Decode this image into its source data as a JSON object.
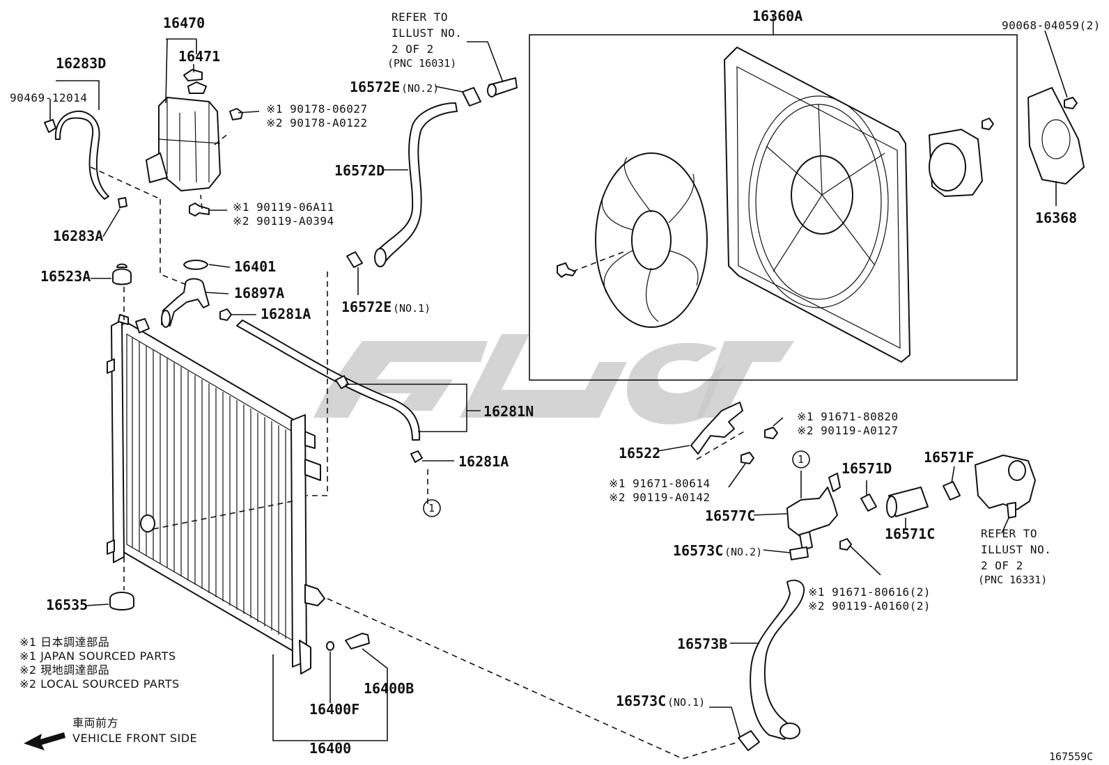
{
  "labels": {
    "p16470": "16470",
    "p16471": "16471",
    "p16283D": "16283D",
    "p90469": "90469-12014",
    "p16283A": "16283A",
    "n1_90178": "※1 90178-06027",
    "n2_90178": "※2 90178-A0122",
    "n1_90119_06A11": "※1 90119-06A11",
    "n2_90119_A0394": "※2 90119-A0394",
    "p16401": "16401",
    "p16897A": "16897A",
    "p16281A_top": "16281A",
    "p16523A": "16523A",
    "p16535": "16535",
    "refer1_l1": "REFER TO",
    "refer1_l2": "ILLUST NO.",
    "refer1_l3": "2 OF 2",
    "refer1_l4": "(PNC 16031)",
    "p16572E_no2": "16572E",
    "no2_a": "(NO.2)",
    "p16572D": "16572D",
    "p16572E_no1": "16572E",
    "no1_a": "(NO.1)",
    "p16281N": "16281N",
    "p16281A_bot": "16281A",
    "circle1_a": "1",
    "p16360A": "16360A",
    "p90068": "90068-04059(2)",
    "p16368": "16368",
    "p16522": "16522",
    "n1_91671_80820": "※1 91671-80820",
    "n2_90119_A0127": "※2 90119-A0127",
    "n1_91671_80614": "※1 91671-80614",
    "n2_90119_A0142": "※2 90119-A0142",
    "circle1_b": "1",
    "p16577C": "16577C",
    "p16571D": "16571D",
    "p16571F": "16571F",
    "p16571C": "16571C",
    "refer2_l1": "REFER TO",
    "refer2_l2": "ILLUST NO.",
    "refer2_l3": "2 OF 2",
    "refer2_l4": "(PNC 16331)",
    "p16573C_no2": "16573C",
    "no2_b": "(NO.2)",
    "n1_91671_80616": "※1 91671-80616(2)",
    "n2_90119_A0160": "※2 90119-A0160(2)",
    "p16573B": "16573B",
    "p16573C_no1": "16573C",
    "no1_b": "(NO.1)",
    "p16400B": "16400B",
    "p16400F": "16400F",
    "p16400": "16400",
    "figure_no": "167559C"
  },
  "legend": {
    "line1": "※1  日本調達部品",
    "line2": "※1  JAPAN SOURCED PARTS",
    "line3": "※2  現地調達部品",
    "line4": "※2  LOCAL SOURCED PARTS"
  },
  "front": {
    "jp": "車両前方",
    "en": "VEHICLE FRONT SIDE"
  }
}
